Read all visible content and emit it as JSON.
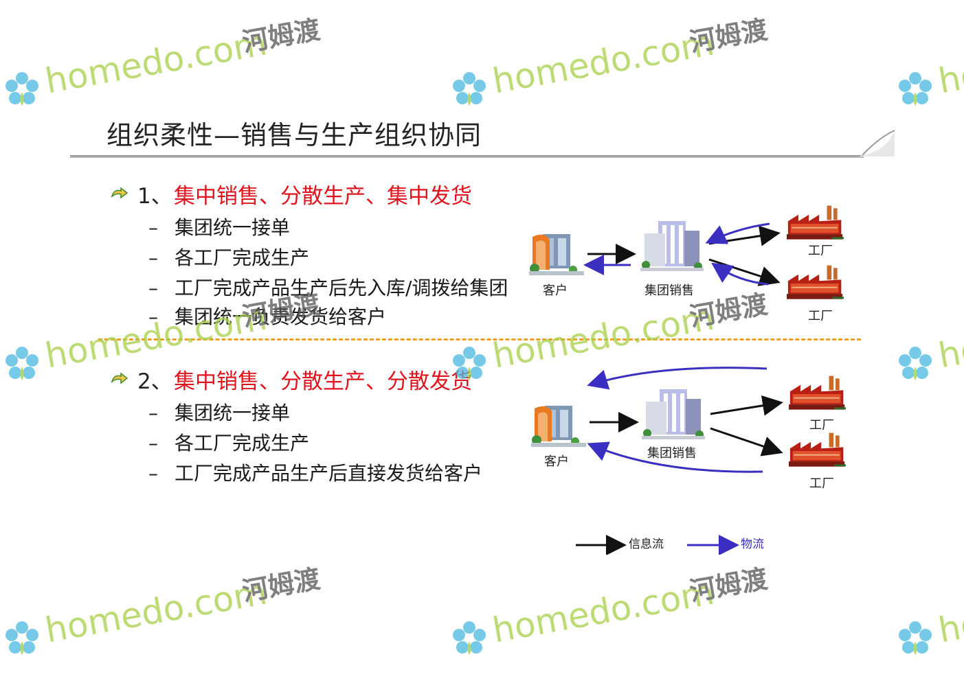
{
  "slide": {
    "title": "组织柔性—销售与生产组织协同"
  },
  "section1": {
    "number": "1、",
    "heading": "集中销售、分散生产、集中发货",
    "items": [
      "集团统一接单",
      "各工厂完成生产",
      "工厂完成产品生产后先入库/调拨给集团",
      "集团统一负责发货给客户"
    ]
  },
  "section2": {
    "number": "2、",
    "heading": "集中销售、分散生产、分散发货",
    "items": [
      "集团统一接单",
      "各工厂完成生产",
      "工厂完成产品生产后直接发货给客户"
    ]
  },
  "diagram1": {
    "customer": "客户",
    "group": "集团销售",
    "factory_a": "工厂",
    "factory_b": "工厂"
  },
  "diagram2": {
    "customer": "客户",
    "group": "集团销售",
    "factory_a": "工厂",
    "factory_b": "工厂"
  },
  "legend": {
    "info_flow": "信息流",
    "logistics": "物流"
  },
  "colors": {
    "heading_red": "#e0141c",
    "info_arrow": "#111111",
    "logistics_arrow": "#3a2fc0",
    "divider": "#f0a020"
  },
  "watermark": {
    "brand": "homedo.com",
    "chinese": "河姆渡"
  }
}
